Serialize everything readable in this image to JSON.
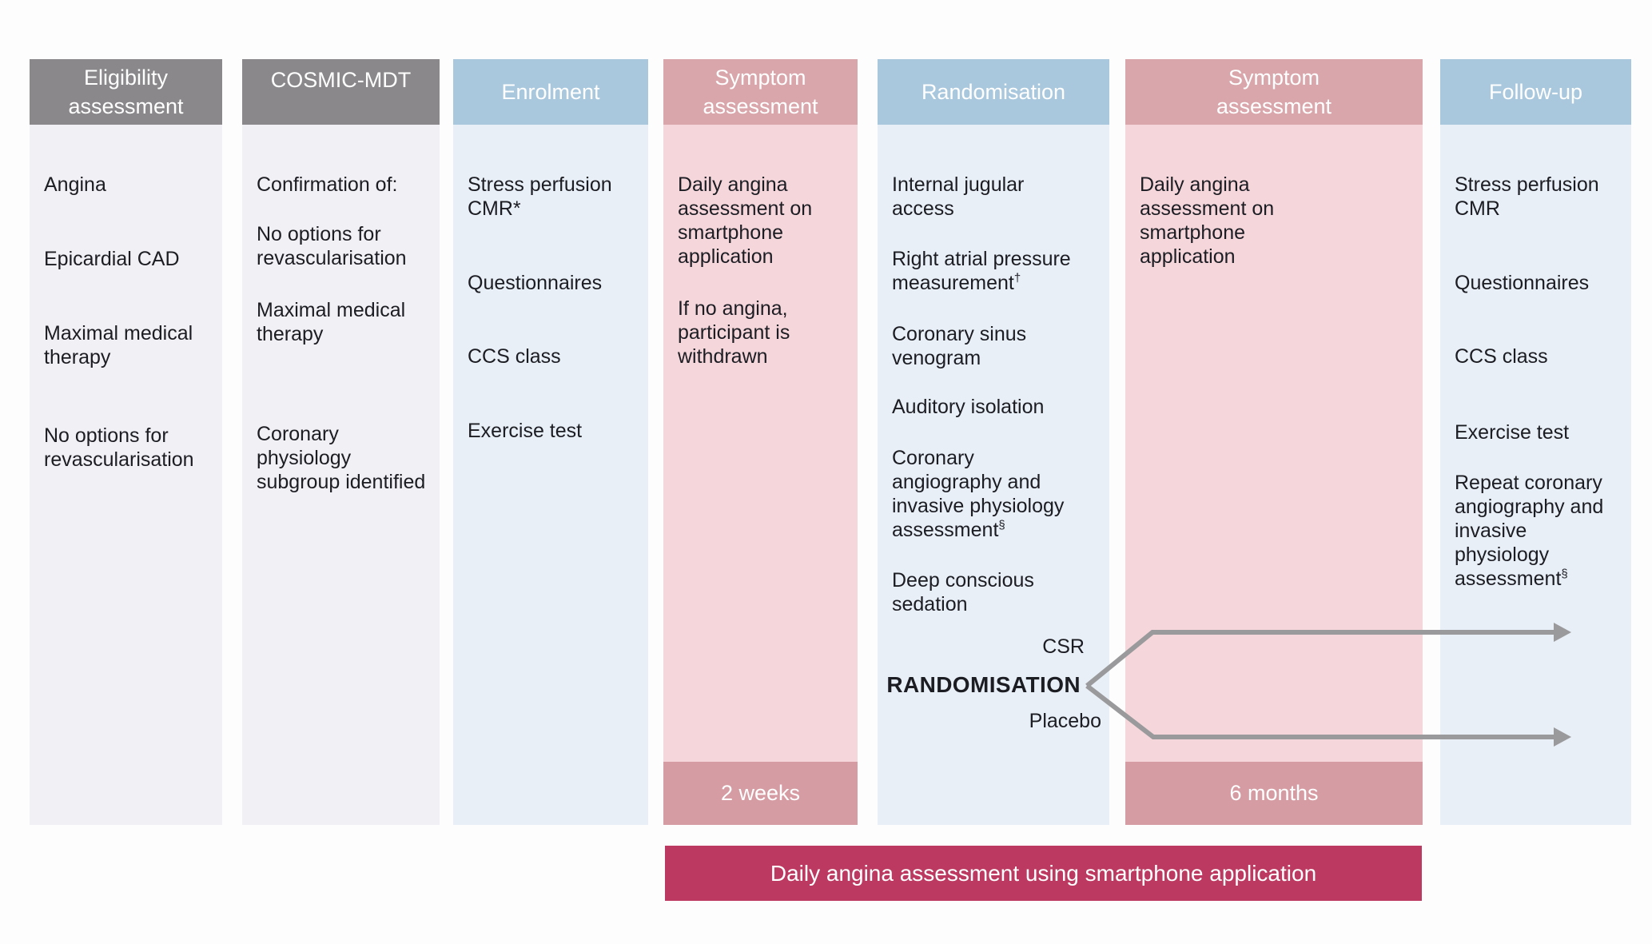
{
  "columns": [
    {
      "id": "eligibility-assessment",
      "header": "Eligibility assessment",
      "items": [
        "Angina",
        "Epicardial CAD",
        "Maximal medical therapy",
        "No options for revascularisation"
      ]
    },
    {
      "id": "cosmic-mdt",
      "header": "COSMIC-MDT",
      "items": [
        "Confirmation of:",
        "No options for revascularisation",
        "Maximal medical therapy",
        "Coronary physiology subgroup identified"
      ]
    },
    {
      "id": "enrolment",
      "header": "Enrolment",
      "items": [
        "Stress perfusion CMR*",
        "Questionnaires",
        "CCS class",
        "Exercise test"
      ]
    },
    {
      "id": "symptom-assessment-2-weeks",
      "header": "Symptom assessment",
      "items": [
        "Daily angina assessment on smartphone application",
        "If no angina, participant is withdrawn"
      ],
      "footer": "2 weeks"
    },
    {
      "id": "randomisation",
      "header": "Randomisation",
      "items": [
        "Internal jugular access",
        {
          "text": "Right atrial pressure measurement",
          "sup": "†"
        },
        "Coronary sinus venogram",
        "Auditory isolation",
        {
          "text": "Coronary angiography and invasive physiology assessment",
          "sup": "§"
        },
        "Deep conscious sedation"
      ]
    },
    {
      "id": "symptom-assessment-6-months",
      "header": "Symptom assessment",
      "items": [
        "Daily angina assessment on smartphone application"
      ],
      "footer": "6 months"
    },
    {
      "id": "follow-up",
      "header": "Follow-up",
      "items": [
        "Stress perfusion CMR",
        "Questionnaires",
        "CCS class",
        "Exercise test",
        {
          "text": "Repeat coronary angiography and invasive physiology assessment",
          "sup": "§"
        }
      ]
    }
  ],
  "randomisation_split": {
    "label": "RANDOMISATION",
    "arm_top": "CSR",
    "arm_bottom": "Placebo"
  },
  "banner": {
    "label": "Daily angina assessment using smartphone application"
  },
  "colors": {
    "gray_header": "#8a888b",
    "gray_body": "#f1f0f4",
    "blue_header": "#a9c8dd",
    "blue_body": "#e8eff7",
    "pink_header": "#d9a6ab",
    "pink_body": "#f5d7db",
    "duration_bar": "#d69ca3",
    "banner": "#bc3a61",
    "arrow": "#9a999b",
    "text": "#1c1c23"
  }
}
